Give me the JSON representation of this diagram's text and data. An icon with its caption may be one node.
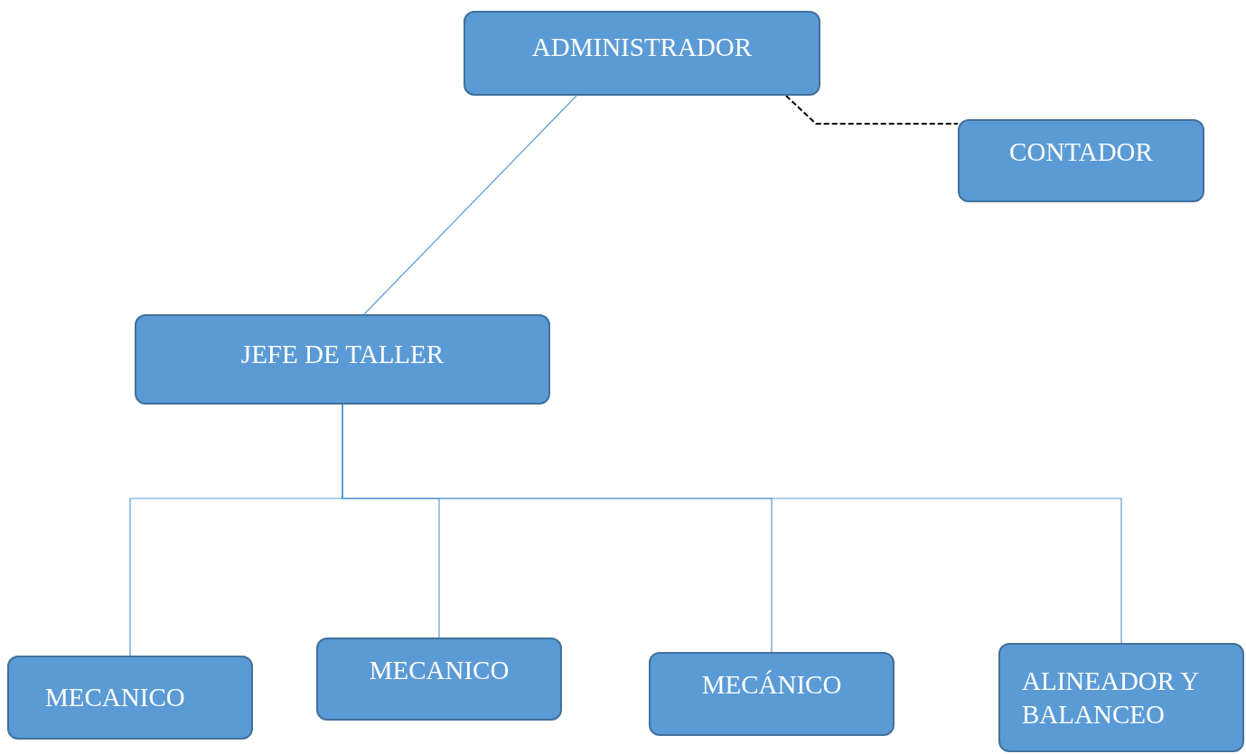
{
  "diagram": {
    "nodes": [
      {
        "text": [
          "ADMINISTRADOR"
        ]
      },
      {
        "text": [
          "CONTADOR"
        ]
      },
      {
        "text": [
          "JEFE DE TALLER"
        ]
      },
      {
        "text": [
          "MECANICO"
        ]
      },
      {
        "text": [
          "MECANICO"
        ]
      },
      {
        "text": [
          "MECÁNICO"
        ]
      },
      {
        "text": [
          "ALINEADOR Y BALANCEO"
        ]
      }
    ],
    "edges": [
      {
        "from": 0,
        "to": 1,
        "arrow": "none",
        "style": "dashed",
        "color": "#000000"
      },
      {
        "from": 0,
        "to": 2,
        "arrow": "none"
      },
      {
        "from": 2,
        "to": 3,
        "arrow": "none"
      },
      {
        "from": 2,
        "to": 4,
        "arrow": "none"
      },
      {
        "from": 2,
        "to": 5,
        "arrow": "none"
      },
      {
        "from": 2,
        "to": 6,
        "arrow": "none"
      }
    ]
  }
}
